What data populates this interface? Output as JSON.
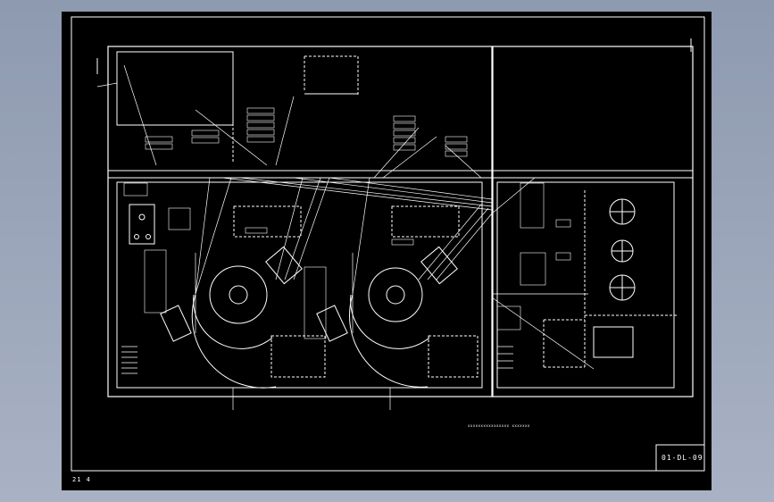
{
  "page_number": "21 4",
  "drawing_number": "01-DL-09",
  "caption": "xxxxxxxxxxxxxxxx xxxxxxx",
  "colors": {
    "line": "#ffffff",
    "sheet": "#000000",
    "background": "#9aa4b8"
  }
}
